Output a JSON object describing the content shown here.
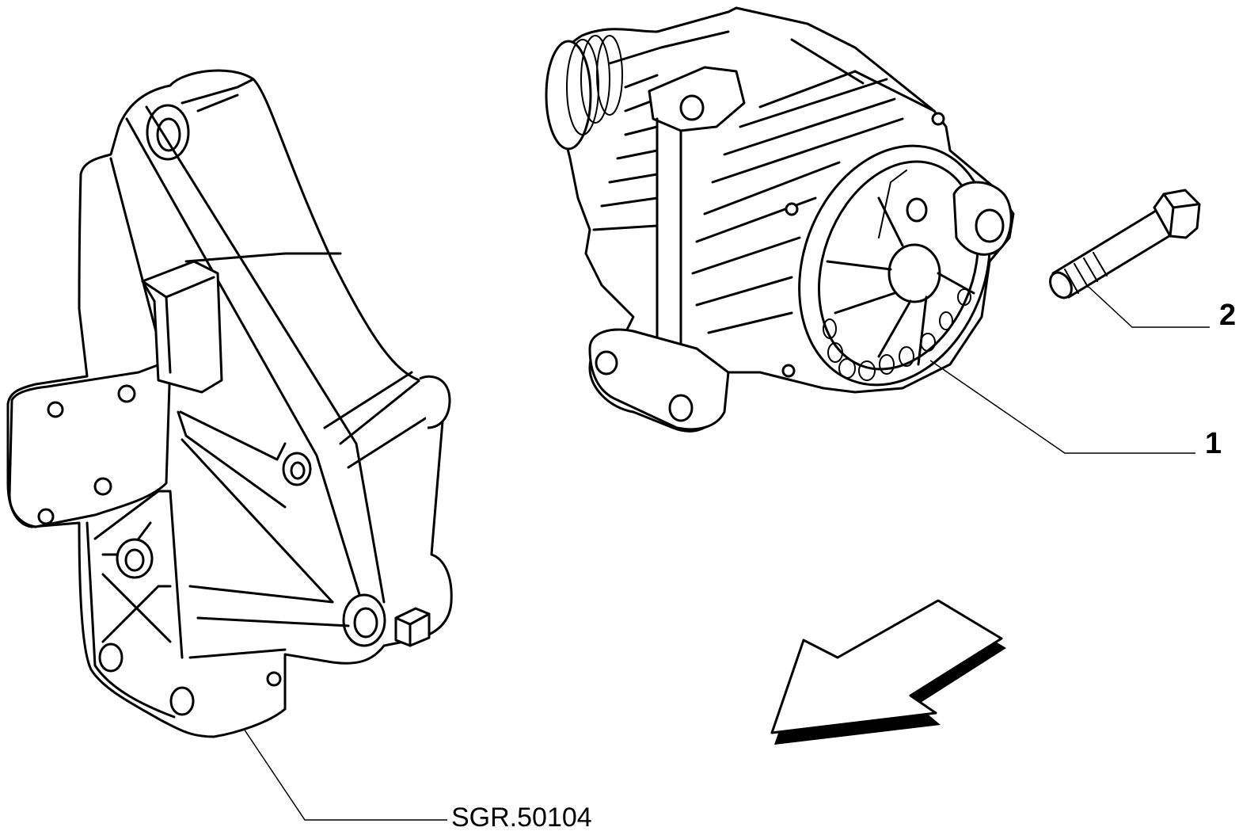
{
  "callouts": {
    "alternator": "1",
    "bolt": "2"
  },
  "bracket_reference": "SGR.50104",
  "colors": {
    "line": "#000000",
    "background": "#ffffff"
  }
}
